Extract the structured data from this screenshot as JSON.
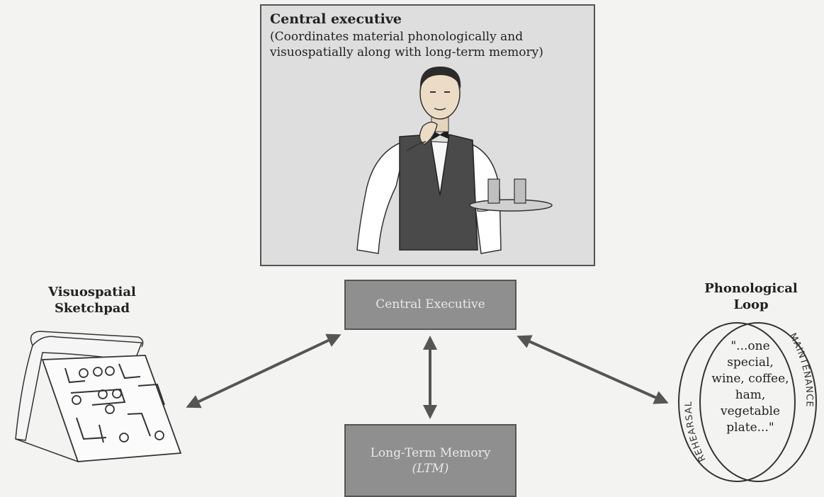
{
  "central_executive_panel": {
    "title": "Central executive",
    "description": "(Coordinates material phonologically and visuospatially along with long-term memory)"
  },
  "central_executive_box": {
    "label": "Central Executive"
  },
  "long_term_memory_box": {
    "label": "Long-Term Memory",
    "sub_label": "(LTM)"
  },
  "visuospatial_sketchpad": {
    "label_line1": "Visuospatial",
    "label_line2": "Sketchpad"
  },
  "phonological_loop": {
    "label_line1": "Phonological",
    "label_line2": "Loop",
    "quote_lines": [
      "\"...one",
      "special,",
      "wine, coffee,",
      "ham,",
      "vegetable",
      "plate...\""
    ],
    "left_arc_label": "REHEARSAL",
    "right_arc_label": "MAINTENANCE"
  },
  "colors": {
    "box_fill": "#8f8f8f",
    "panel_fill": "#dedede",
    "arrow": "#555555"
  }
}
